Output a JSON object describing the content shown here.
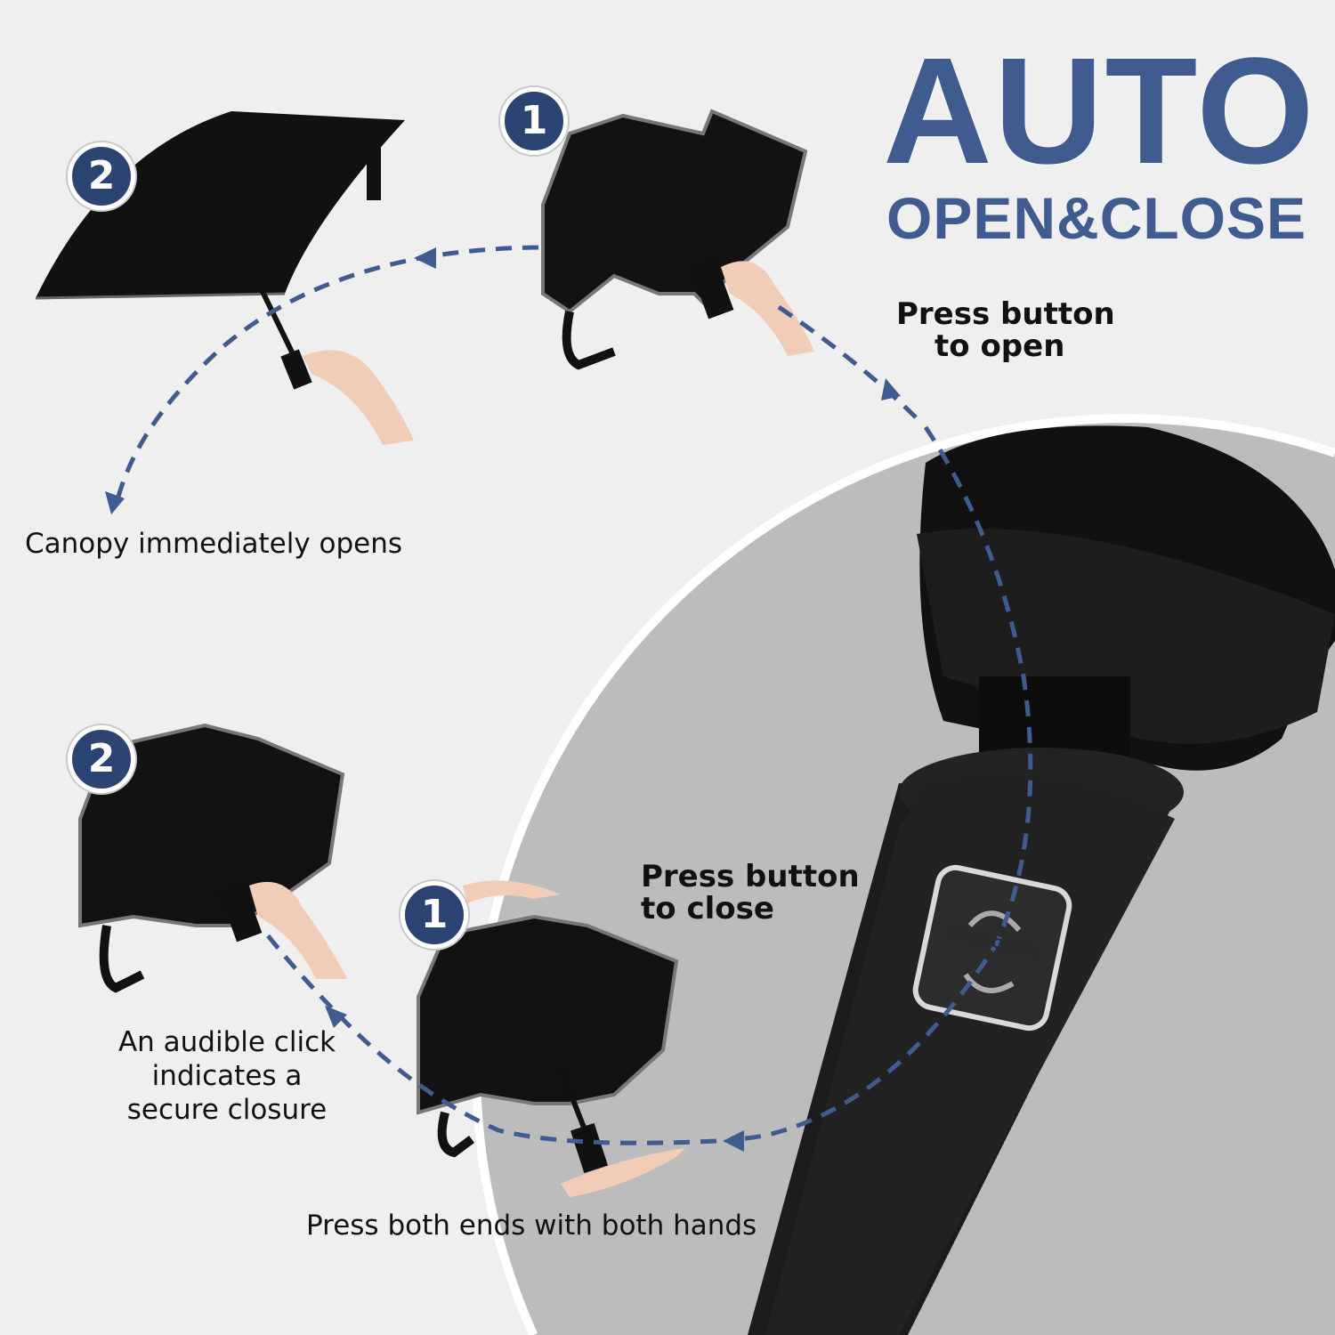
{
  "headline": {
    "main": "AUTO",
    "sub": "OPEN&CLOSE"
  },
  "steps_open": {
    "step1_badge": "1",
    "step2_badge": "2",
    "instruction": "Press button to open",
    "instruction_line1": "Press button",
    "instruction_line2": "to open",
    "result": "Canopy immediately opens"
  },
  "steps_close": {
    "step1_badge": "1",
    "step2_badge": "2",
    "instruction_line1": "Press button",
    "instruction_line2": "to close",
    "both_hands": "Press both ends with both hands",
    "result_line1": "An audible click indicates a",
    "result_line2": "secure closure"
  },
  "handle_button_label": "OPEN/CLOSE",
  "colors": {
    "accent": "#3f5b8f",
    "badge": "#2b4472",
    "background": "#efefef",
    "circle": "#bdbdbd"
  }
}
